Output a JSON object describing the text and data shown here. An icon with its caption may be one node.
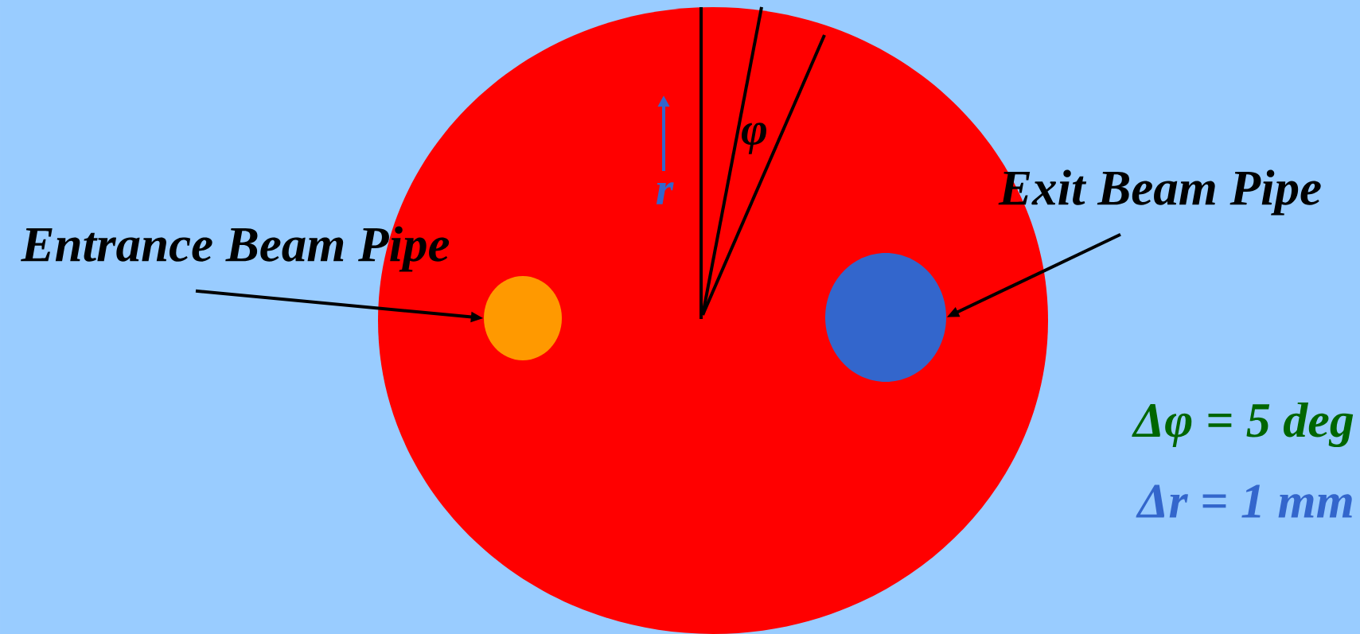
{
  "diagram": {
    "nodes": [
      {
        "text": [],
        "shape": "circle"
      },
      {
        "text": [
          "Entrance Beam Pipe"
        ]
      },
      {
        "text": [],
        "shape": "circle",
        "in": 0
      },
      {
        "text": [
          "Exit Beam Pipe"
        ]
      },
      {
        "text": [],
        "shape": "circle",
        "in": 0
      }
    ],
    "edges": [
      {
        "from": 1,
        "to": 2,
        "arrow": "to"
      },
      {
        "from": 3,
        "to": 4,
        "arrow": "to"
      }
    ],
    "labels": [
      "φ",
      "r",
      "Δφ = 5 deg",
      "Δr = 1 mm"
    ]
  }
}
